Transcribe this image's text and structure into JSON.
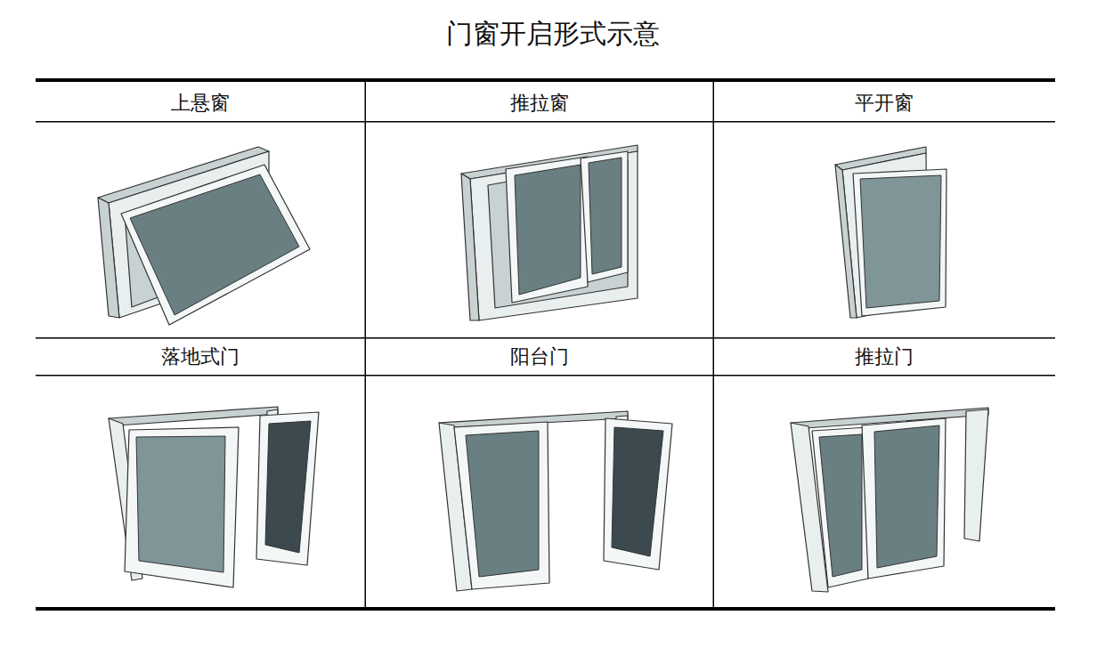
{
  "diagram": {
    "title": "门窗开启形式示意",
    "labels": [
      "上悬窗",
      "推拉窗",
      "平开窗",
      "落地式门",
      "阳台门",
      "推拉门"
    ]
  }
}
